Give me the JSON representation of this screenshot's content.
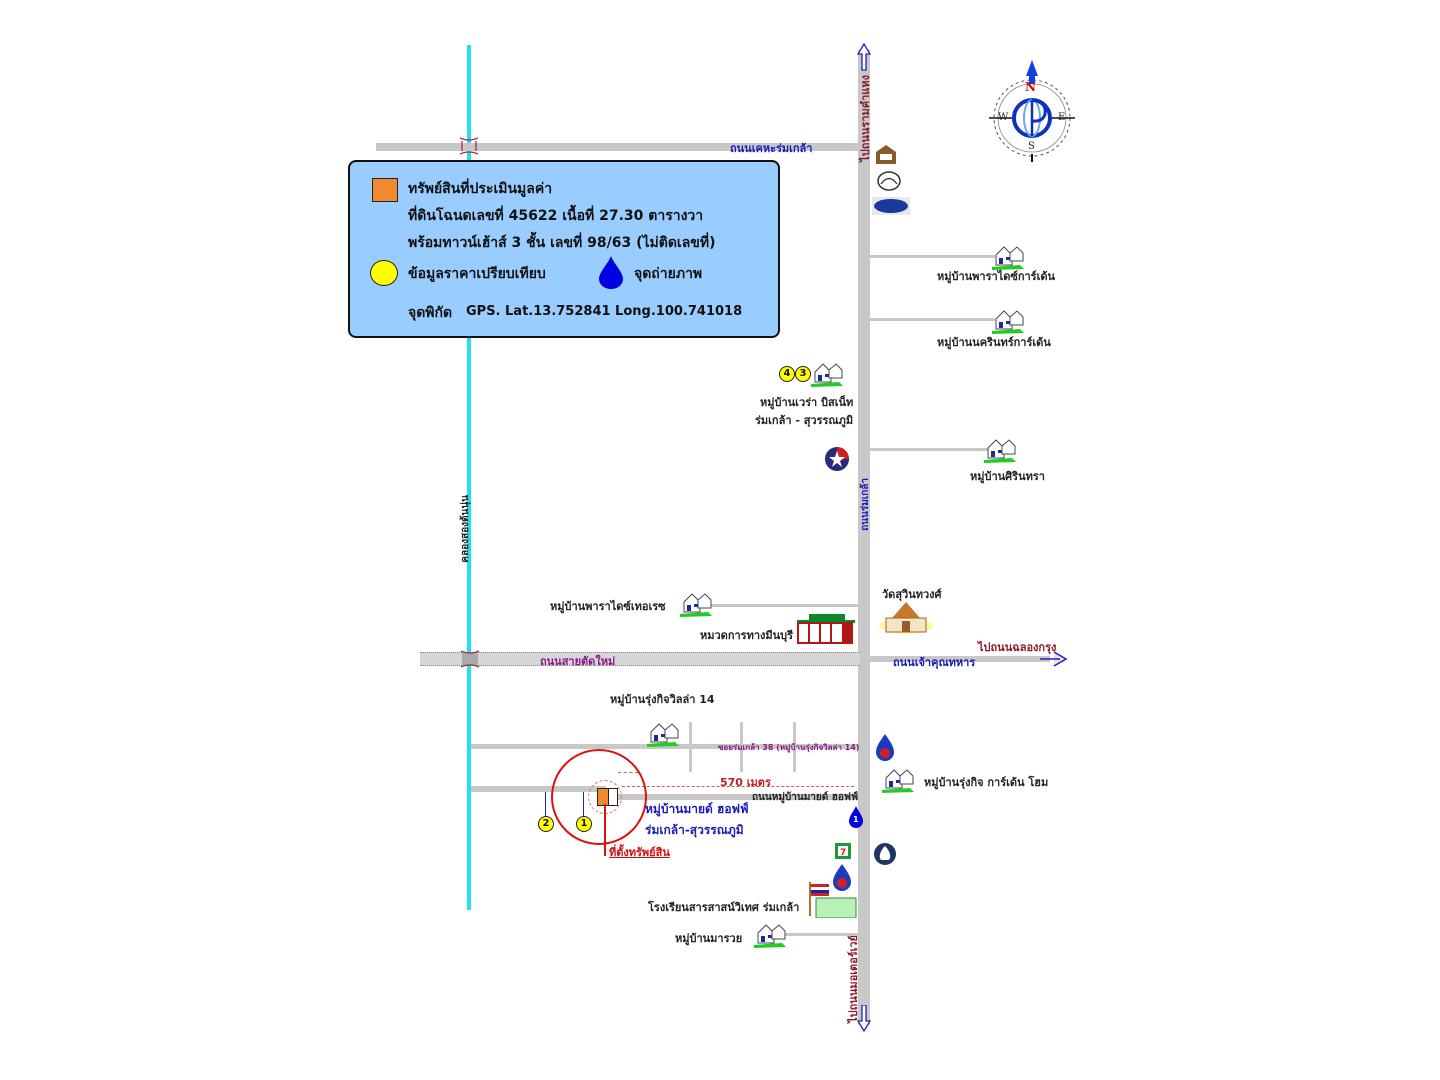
{
  "legend": {
    "subject_property_label": "ทรัพย์สินที่ประเมินมูลค่า",
    "deed_line": "ที่ดินโฉนดเลขที่ 45622 เนื้อที่ 27.30 ตารางวา",
    "building_line": "พร้อมทาวน์เฮ้าส์ 3 ชั้น เลขที่ 98/63 (ไม่ติดเลขที่)",
    "comparable_label": "ข้อมูลราคาเปรียบเทียบ",
    "photo_point_label": "จุดถ่ายภาพ",
    "gps_prefix": "จุดพิกัด",
    "gps_text": "GPS. Lat.13.752841 Long.100.741018",
    "colors": {
      "subject": "#f08a30",
      "comparable": "#ffff00",
      "photo": "#0000e0",
      "box": "#99ccff"
    }
  },
  "compass": {
    "n": "N",
    "s": "S",
    "e": "E",
    "w": "W"
  },
  "roads": {
    "top_road": "ถนนเคหะร่มเกล้า",
    "main_road_north": "ไปถนนรามคำแหง",
    "main_road": "ถนนร่มเกล้า",
    "main_road_south": "ไปถนนมอเตอร์เวย์",
    "canal": "คลองสองต้นนุ่น",
    "middle_road": "ถนนสายตัดใหม่",
    "east_road": "ถนนเจ้าคุณทหาร",
    "east_direction": "ไปถนนฉลองกรุง",
    "soi_38": "ซอยร่มเกล้า 38 (หมู่บ้านรุ่งกิจวิลล่า 14)",
    "subject_road": "ถนนหมู่บ้านมายด์ ฮอฟฟ์",
    "distance": "570 เมตร"
  },
  "places": {
    "paradise_garden": "หมู่บ้านพาราไดซ์การ์เด้น",
    "nakarin_garden": "หมู่บ้านนครินทร์การ์เด้น",
    "vera_line1": "หมู่บ้านเวร่า บิสเน็ท",
    "vera_line2": "ร่มเกล้า - สุวรรณภูมิ",
    "sirintra": "หมู่บ้านศิรินทรา",
    "paradise_terrace": "หมู่บ้านพาราไดซ์เทอเรซ",
    "highway_office": "หมวดการทางมีนบุรี",
    "wat": "วัดสุวินทวงศ์",
    "rungkit_villa": "หมู่บ้านรุ่งกิจวิลล่า 14",
    "rungkit_garden": "หมู่บ้านรุ่งกิจ การ์เด้น โฮม",
    "mind_hof_line1": "หมู่บ้านมายด์ ฮอฟฟ์",
    "mind_hof_line2": "ร่มเกล้า-สุวรรณภูมิ",
    "subject_location": "ที่ตั้งทรัพย์สิน",
    "school": "โรงเรียนสารสาสน์วิเทศ ร่มเกล้า",
    "marui": "หมู่บ้านมารวย"
  },
  "markers": {
    "comparables": [
      "1",
      "2",
      "3",
      "4"
    ],
    "photo_points": [
      "1"
    ]
  }
}
